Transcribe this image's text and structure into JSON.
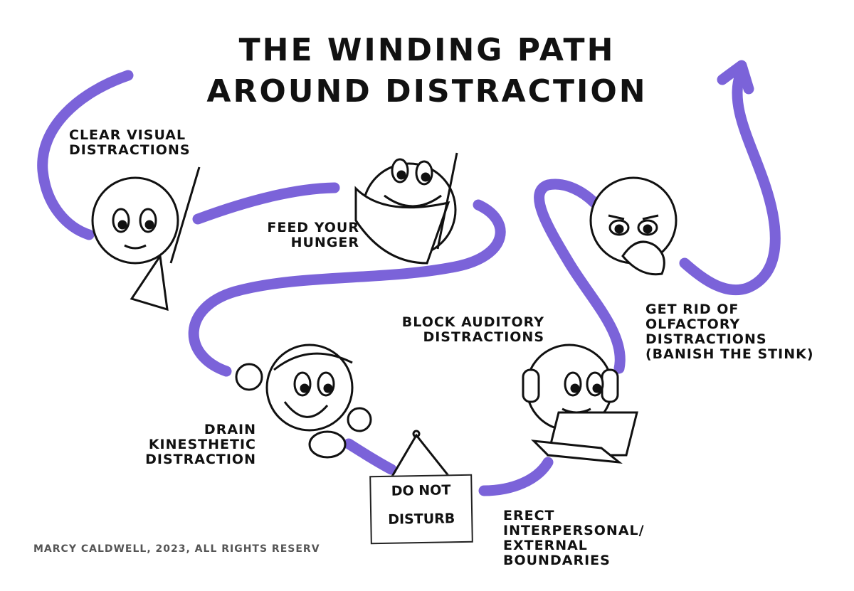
{
  "title": {
    "line1": "THE WINDING PATH",
    "line2": "AROUND DISTRACTION"
  },
  "colors": {
    "path": "#7b63d9",
    "ink": "#111111",
    "credit": "#555555"
  },
  "steps": [
    {
      "lines": [
        "CLEAR VISUAL",
        "DISTRACTIONS"
      ],
      "icon": "character-with-broom-icon"
    },
    {
      "lines": [
        "FEED YOUR",
        "HUNGER"
      ],
      "icon": "character-with-napkin-and-fork-icon"
    },
    {
      "lines": [
        "DRAIN",
        "KINESTHETIC",
        "DISTRACTION"
      ],
      "icon": "running-character-icon"
    },
    {
      "lines": [
        "ERECT",
        "INTERPERSONAL/",
        "EXTERNAL",
        "BOUNDARIES"
      ],
      "icon": "do-not-disturb-sign-icon"
    },
    {
      "lines": [
        "BLOCK AUDITORY",
        "DISTRACTIONS"
      ],
      "icon": "character-with-headphones-laptop-icon"
    },
    {
      "lines": [
        "GET RID OF",
        "OLFACTORY",
        "DISTRACTIONS",
        "(BANISH THE STINK)"
      ],
      "icon": "character-holding-nose-icon"
    }
  ],
  "sign": {
    "line1": "DO NOT",
    "line2": "DISTURB"
  },
  "credit": "MARCY CALDWELL, 2023, ALL RIGHTS RESERV"
}
